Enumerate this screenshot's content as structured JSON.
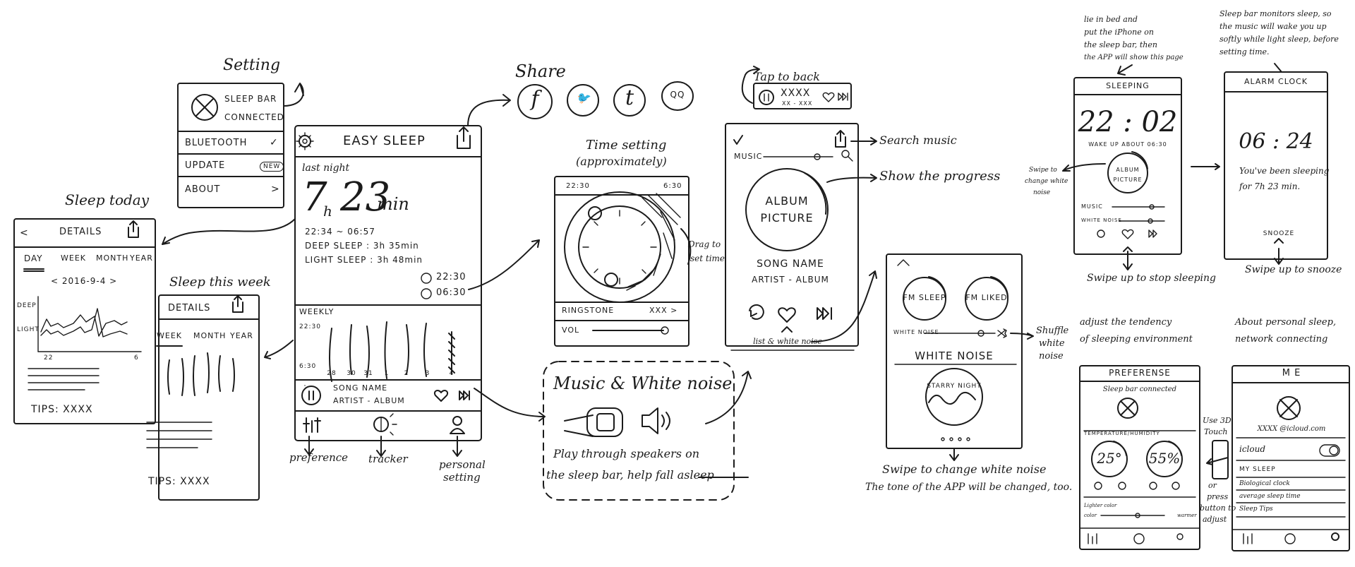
{
  "annotations": {
    "setting": "Setting",
    "share": "Share",
    "sleep_today": "Sleep today",
    "sleep_this_week": "Sleep this week",
    "time_setting_1": "Time setting",
    "time_setting_2": "(approximately)",
    "tap_to_back": "Tap to back",
    "search_music": "Search music",
    "show_progress": "Show the progress",
    "drag_to_set_time_1": "Drag to",
    "drag_to_set_time_2": "set time",
    "shuffle_1": "Shuffle",
    "shuffle_2": "white",
    "shuffle_3": "noise",
    "swipe_change_white_noise": "Swipe to change white noise",
    "tone_changed": "The tone of the APP will be changed, too.",
    "preference": "preference",
    "tracker": "tracker",
    "personal_setting_1": "personal",
    "personal_setting_2": "setting",
    "music_white_noise": "Music & White noise",
    "play_through_1": "Play through speakers on",
    "play_through_2": "the sleep bar, help fall asleep",
    "lie_in_bed": [
      "lie in bed and",
      "put the iPhone on",
      "the sleep bar, then",
      "the APP will show this page"
    ],
    "sleep_bar_monitors": [
      "Sleep bar monitors sleep, so",
      "the music will wake you up",
      "softly while light sleep, before",
      "setting time."
    ],
    "swipe_change_white_noise_small": [
      "Swipe to",
      "change white",
      "noise"
    ],
    "swipe_up_stop": "Swipe up to stop sleeping",
    "swipe_up_snooze": "Swipe up to snooze",
    "adjust_tendency": [
      "adjust the tendency",
      "of sleeping environment"
    ],
    "about_personal": [
      "About personal sleep,",
      "network connecting"
    ],
    "use_3d_touch": [
      "Use 3D",
      "Touch",
      "or",
      "press",
      "button to",
      "adjust"
    ]
  },
  "settings_panel": {
    "sleep_bar": "SLEEP BAR",
    "connected": "CONNECTED",
    "bluetooth": "BLUETOOTH",
    "bluetooth_check": "✓",
    "update": "UPDATE",
    "new_badge": "NEW",
    "about": "ABOUT",
    "about_arrow": ">"
  },
  "share_icons": [
    "f",
    "bird",
    "t",
    "QQ"
  ],
  "main_screen": {
    "title": "EASY SLEEP",
    "last_night": "last night",
    "hours": "7",
    "h_unit": "h",
    "minutes": "23",
    "min_unit": "min",
    "time_range": "22:34 ~ 06:57",
    "deep_sleep": "DEEP SLEEP : 3h 35min",
    "light_sleep": "LIGHT SLEEP : 3h 48min",
    "alarm_1": "22:30",
    "alarm_2": "06:30",
    "weekly": "WEEKLY",
    "weekly_axis_top": "22:30",
    "weekly_axis_bottom": "6:30",
    "weekly_days": [
      "28",
      "30",
      "31",
      "1",
      "2",
      "3",
      "4"
    ],
    "song_name": "SONG NAME",
    "artist_album": "ARTIST - ALBUM"
  },
  "details_day": {
    "back": "<",
    "title": "DETAILS",
    "tabs": [
      "DAY",
      "WEEK",
      "MONTH",
      "YEAR"
    ],
    "date": "< 2016-9-4 >",
    "deep": "DEEP",
    "light": "LIGHT",
    "x_start": "22",
    "x_end": "6",
    "tips": "TIPS: XXXX"
  },
  "details_week": {
    "title": "DETAILS",
    "tabs": [
      "WEEK",
      "MONTH",
      "YEAR"
    ],
    "tips": "TIPS: XXXX"
  },
  "time_setting_screen": {
    "start": "22:30",
    "end": "6:30",
    "ringstone": "RINGSTONE",
    "ringstone_value": "XXX >",
    "vol": "VOL"
  },
  "player_screen": {
    "mini_title": "XXXX",
    "mini_sub": "XX - XXX",
    "music": "MUSIC",
    "album_1": "ALBUM",
    "album_2": "PICTURE",
    "song_name": "SONG NAME",
    "artist_album": "ARTIST - ALBUM",
    "list_label": "list & white noise"
  },
  "white_noise_screen": {
    "fm_sleep": "FM SLEEP",
    "fm_liked": "FM LIKED",
    "white_noise_row": "WHITE NOISE",
    "white_noise_title": "WHITE NOISE",
    "starry_night": "STARRY NIGHT"
  },
  "sleeping_screen": {
    "title": "SLEEPING",
    "time": "22 : 02",
    "wake_up": "WAKE UP ABOUT 06:30",
    "album_1": "ALBUM",
    "album_2": "PICTURE",
    "music": "MUSIC",
    "white_noise": "WHITE NOISE"
  },
  "alarm_screen": {
    "title": "ALARM CLOCK",
    "time": "06 : 24",
    "msg_1": "You've been sleeping",
    "msg_2": "for 7h 23 min.",
    "snooze": "SNOOZE"
  },
  "preference_screen": {
    "title": "PREFERENSE",
    "connected": "Sleep bar connected",
    "temp_label": "TEMPERATURE/HUMIDITY",
    "temp": "25°",
    "humidity": "55%",
    "lighter": "Lighter color",
    "color": "color",
    "warmer": "warmer"
  },
  "me_screen": {
    "title": "M E",
    "account": "XXXX @icloud.com",
    "icloud": "icloud",
    "my_sleep": "MY SLEEP",
    "items": [
      "Biological clock",
      "average sleep time",
      "Sleep Tips"
    ]
  }
}
